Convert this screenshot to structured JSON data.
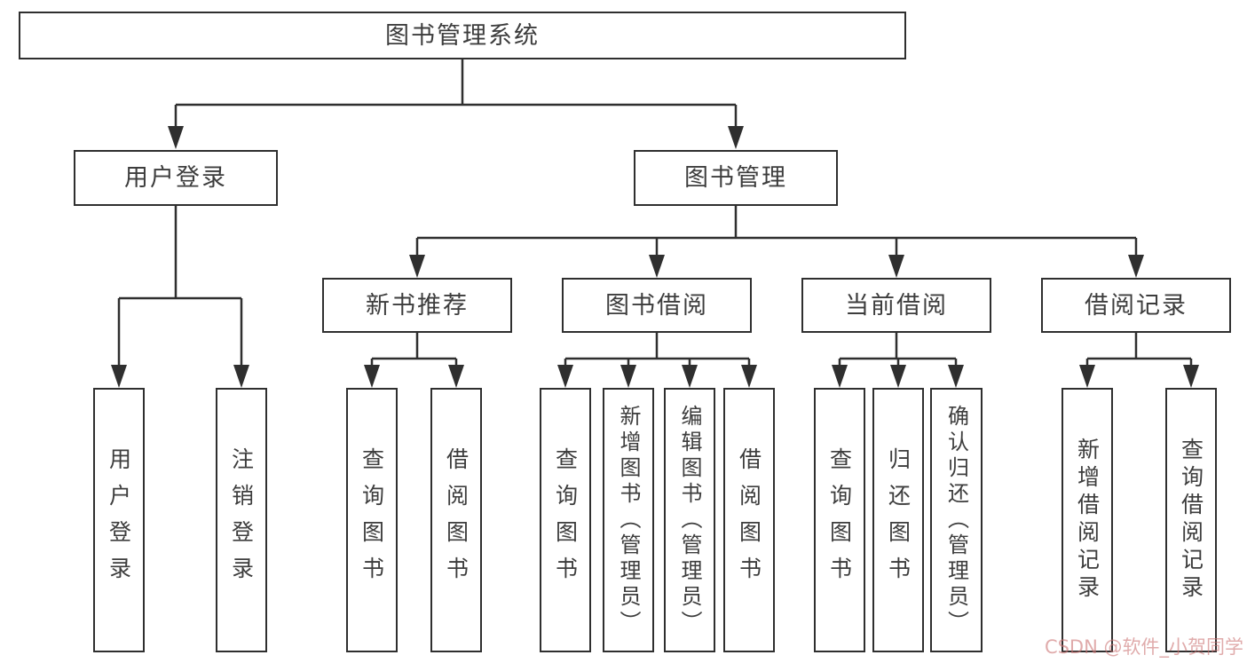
{
  "tree": {
    "label": "图书管理系统",
    "children": [
      {
        "label": "用户登录",
        "children": [
          {
            "label": "用户登录"
          },
          {
            "label": "注销登录"
          }
        ]
      },
      {
        "label": "图书管理",
        "children": [
          {
            "label": "新书推荐",
            "children": [
              {
                "label": "查询图书"
              },
              {
                "label": "借阅图书"
              }
            ]
          },
          {
            "label": "图书借阅",
            "children": [
              {
                "label": "查询图书"
              },
              {
                "label": "新增图书（管理员）"
              },
              {
                "label": "编辑图书（管理员）"
              },
              {
                "label": "借阅图书"
              }
            ]
          },
          {
            "label": "当前借阅",
            "children": [
              {
                "label": "查询图书"
              },
              {
                "label": "归还图书"
              },
              {
                "label": "确认归还（管理员）"
              }
            ]
          },
          {
            "label": "借阅记录",
            "children": [
              {
                "label": "新增借阅记录"
              },
              {
                "label": "查询借阅记录"
              }
            ]
          }
        ]
      }
    ]
  },
  "watermark": {
    "text": "CSDN @软件_小贺同学"
  },
  "colors": {
    "line": "#2f2f2f",
    "box_border": "#2f2f2f",
    "text": "#3d3d3d",
    "background": "#ffffff",
    "watermark": "rgba(203,115,115,0.60)"
  }
}
